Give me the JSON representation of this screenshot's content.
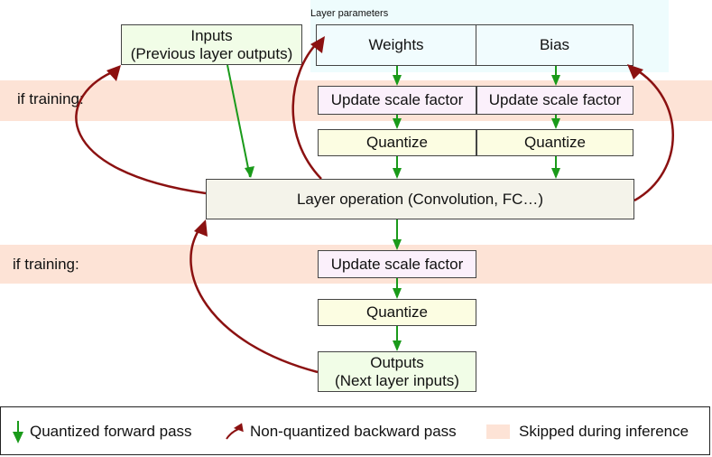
{
  "params_title": "Layer parameters",
  "band_label": "if training:",
  "inputs": {
    "line1": "Inputs",
    "line2": "(Previous layer outputs)"
  },
  "weights": "Weights",
  "bias": "Bias",
  "update_scale_factor": "Update scale factor",
  "quantize": "Quantize",
  "layer_operation": "Layer operation (Convolution, FC…)",
  "outputs": {
    "line1": "Outputs",
    "line2": "(Next layer inputs)"
  },
  "legend": {
    "forward": "Quantized forward pass",
    "backward": "Non-quantized backward pass",
    "skipped": "Skipped during inference"
  },
  "colors": {
    "forward_arrow": "#1a9a1a",
    "backward_arrow": "#8b1111",
    "skipped_band": "#fde3d6"
  }
}
